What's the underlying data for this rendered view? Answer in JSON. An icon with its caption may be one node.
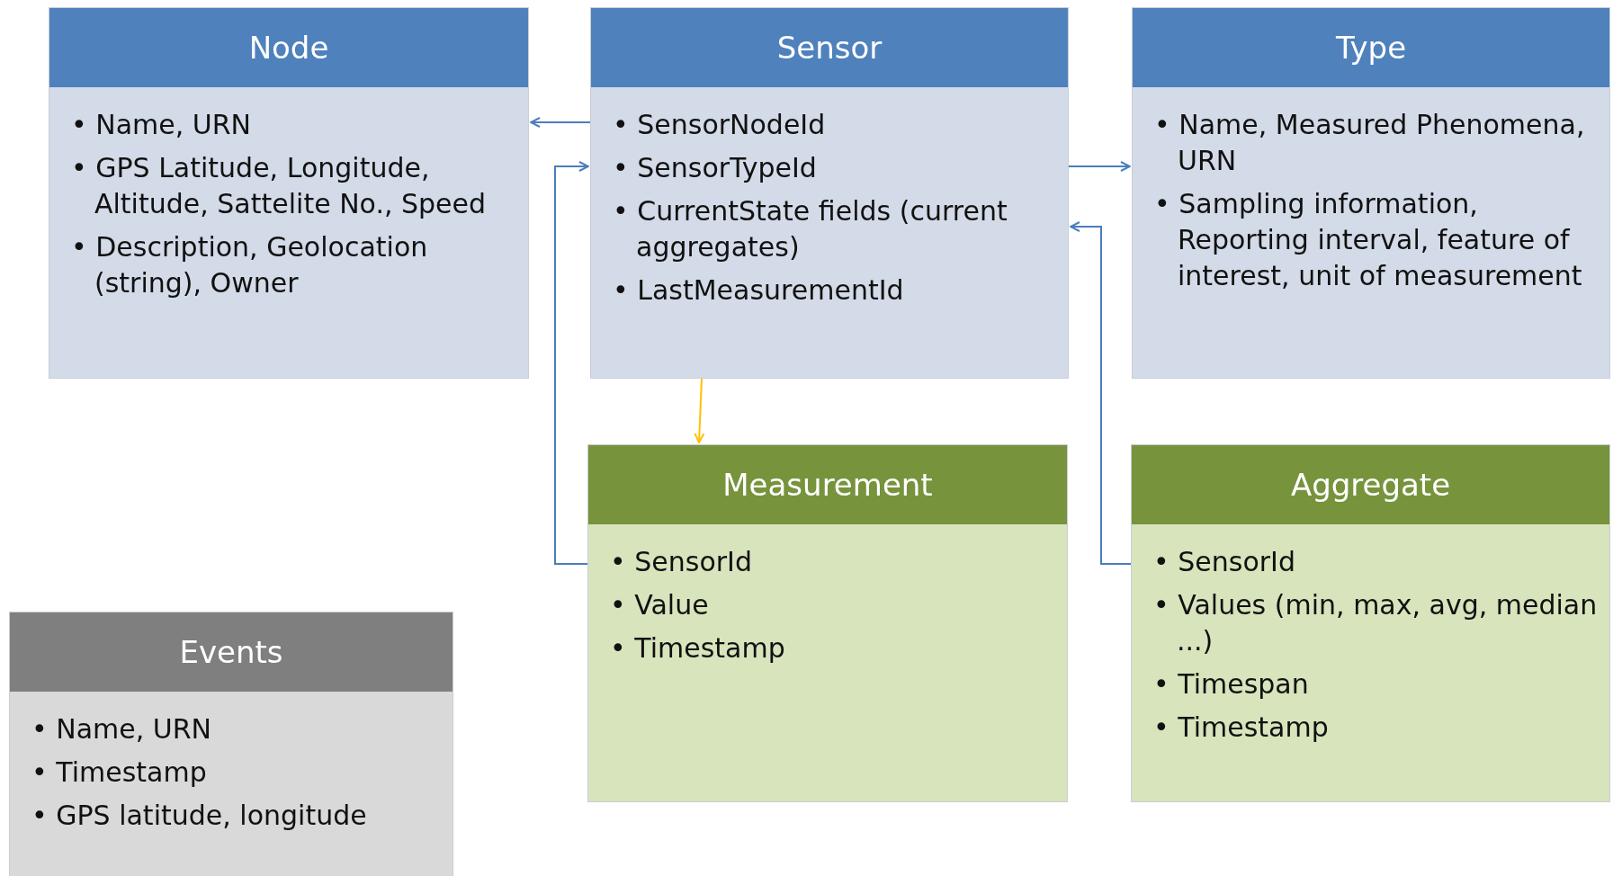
{
  "diagram": {
    "nodes": [
      {
        "text": [
          "Node",
          "• Name, URN",
          "• GPS Latitude, Longitude, Altitude, Sattelite No., Speed",
          "• Description, Geolocation (string), Owner"
        ]
      },
      {
        "text": [
          "Sensor",
          "• SensorNodeId",
          "• SensorTypeId",
          "• CurrentState fields (current aggregates)",
          "• LastMeasurementId"
        ]
      },
      {
        "text": [
          "Type",
          "• Name, Measured Phenomena, URN",
          "• Sampling information, Reporting interval, feature of interest, unit of measurement"
        ]
      },
      {
        "text": [
          "Measurement",
          "• SensorId",
          "• Value",
          "• Timestamp"
        ]
      },
      {
        "text": [
          "Aggregate",
          "• SensorId",
          "• Values (min, max, avg, median ...)",
          "• Timespan",
          "• Timestamp"
        ]
      },
      {
        "text": [
          "Events",
          "• Name, URN",
          "• Timestamp",
          "• GPS latitude, longitude"
        ]
      }
    ],
    "edges": [
      {
        "from": 1,
        "to": 0,
        "arrow": "to"
      },
      {
        "from": 3,
        "to": 1,
        "arrow": "to"
      },
      {
        "from": 1,
        "to": 2,
        "arrow": "to"
      },
      {
        "from": 4,
        "to": 1,
        "arrow": "to"
      },
      {
        "from": 1,
        "to": 3,
        "arrow": "to",
        "color": "#ffc000"
      }
    ]
  }
}
